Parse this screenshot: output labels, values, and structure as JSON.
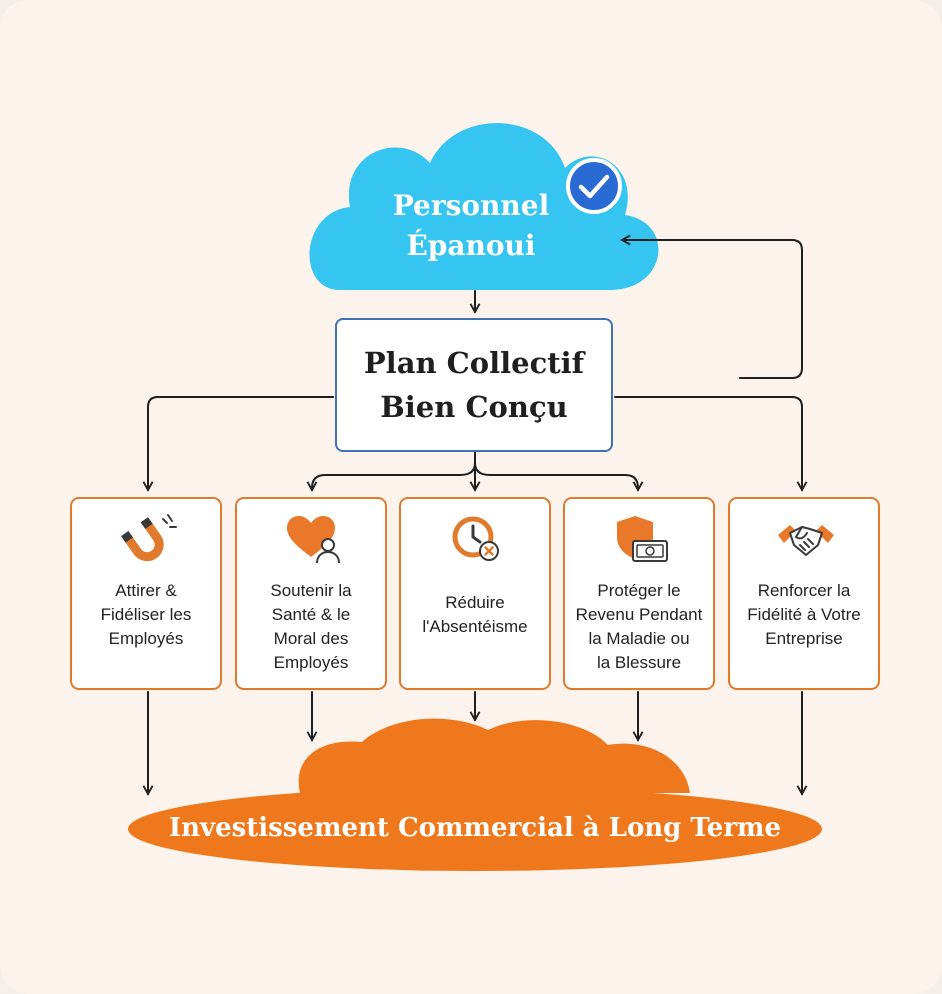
{
  "colors": {
    "background": "#fbf3ec",
    "top_cloud": "#35c5f0",
    "check_badge": "#2a6ad3",
    "plan_border": "#3f72b5",
    "card_border": "#e07a2c",
    "bottom_cloud": "#f0781c",
    "arrows": "#1f1f1f"
  },
  "top": {
    "title_lines": [
      "Personnel",
      "Épanoui"
    ],
    "badge_icon": "check-badge-icon"
  },
  "center": {
    "title_lines": [
      "Plan Collectif",
      "Bien Conçu"
    ]
  },
  "benefits": [
    {
      "icon": "magnet-icon",
      "lines": [
        "Attirer &",
        "Fidéliser les",
        "Employés"
      ]
    },
    {
      "icon": "heart-person-icon",
      "lines": [
        "Soutenir la",
        "Santé & le",
        "Moral des",
        "Employés"
      ]
    },
    {
      "icon": "clock-cancel-icon",
      "lines": [
        "Réduire",
        "l'Absentéisme"
      ]
    },
    {
      "icon": "shield-cash-icon",
      "lines": [
        "Protéger le",
        "Revenu Pendant",
        "la Maladie ou",
        "la Blessure"
      ]
    },
    {
      "icon": "handshake-icon",
      "lines": [
        "Renforcer la",
        "Fidélité à Votre",
        "Entreprise"
      ]
    }
  ],
  "bottom": {
    "title": "Investissement Commercial à Long Terme"
  }
}
